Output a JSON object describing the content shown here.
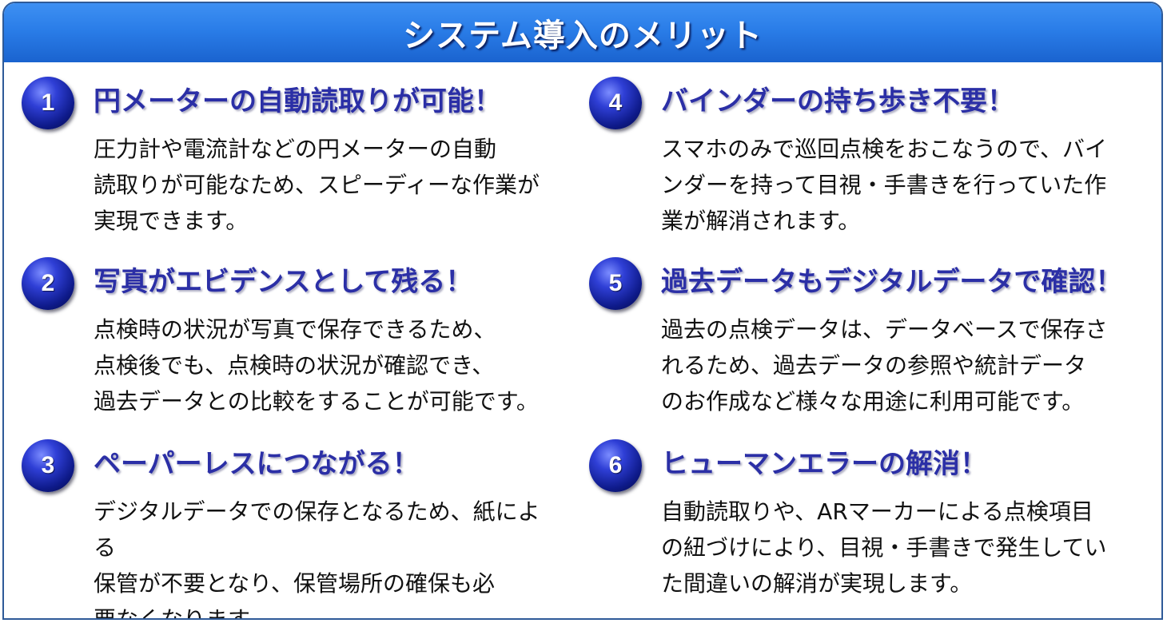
{
  "header": {
    "title": "システム導入のメリット"
  },
  "items": [
    {
      "number": "1",
      "title": "円メーターの自動読取りが可能！",
      "lines": [
        "圧力計や電流計などの円メーターの自動",
        "読取りが可能なため、スピーディーな作業が",
        "実現できます。"
      ]
    },
    {
      "number": "2",
      "title": "写真がエビデンスとして残る！",
      "lines": [
        "点検時の状況が写真で保存できるため、",
        "点検後でも、点検時の状況が確認でき、",
        "過去データとの比較をすることが可能です。"
      ]
    },
    {
      "number": "3",
      "title": "ペーパーレスにつながる！",
      "lines": [
        "デジタルデータでの保存となるため、紙による",
        "保管が不要となり、保管場所の確保も必",
        "要なくなります。"
      ]
    },
    {
      "number": "4",
      "title": "バインダーの持ち歩き不要！",
      "lines": [
        "スマホのみで巡回点検をおこなうので、バイ",
        "ンダーを持って目視・手書きを行っていた作",
        "業が解消されます。"
      ]
    },
    {
      "number": "5",
      "title": "過去データもデジタルデータで確認！",
      "lines": [
        "過去の点検データは、データベースで保存さ",
        "れるため、過去データの参照や統計データ",
        "のお作成など様々な用途に利用可能です。"
      ]
    },
    {
      "number": "6",
      "title": "ヒューマンエラーの解消！",
      "lines": [
        "自動読取りや、ARマーカーによる点検項目",
        "の紐づけにより、目視・手書きで発生してい",
        "た間違いの解消が実現します。"
      ]
    }
  ],
  "colors": {
    "header_blue": "#2a7de8",
    "badge_navy": "#0e1a8a",
    "title_blue": "#2b2fa6",
    "border": "#2e5a98"
  }
}
